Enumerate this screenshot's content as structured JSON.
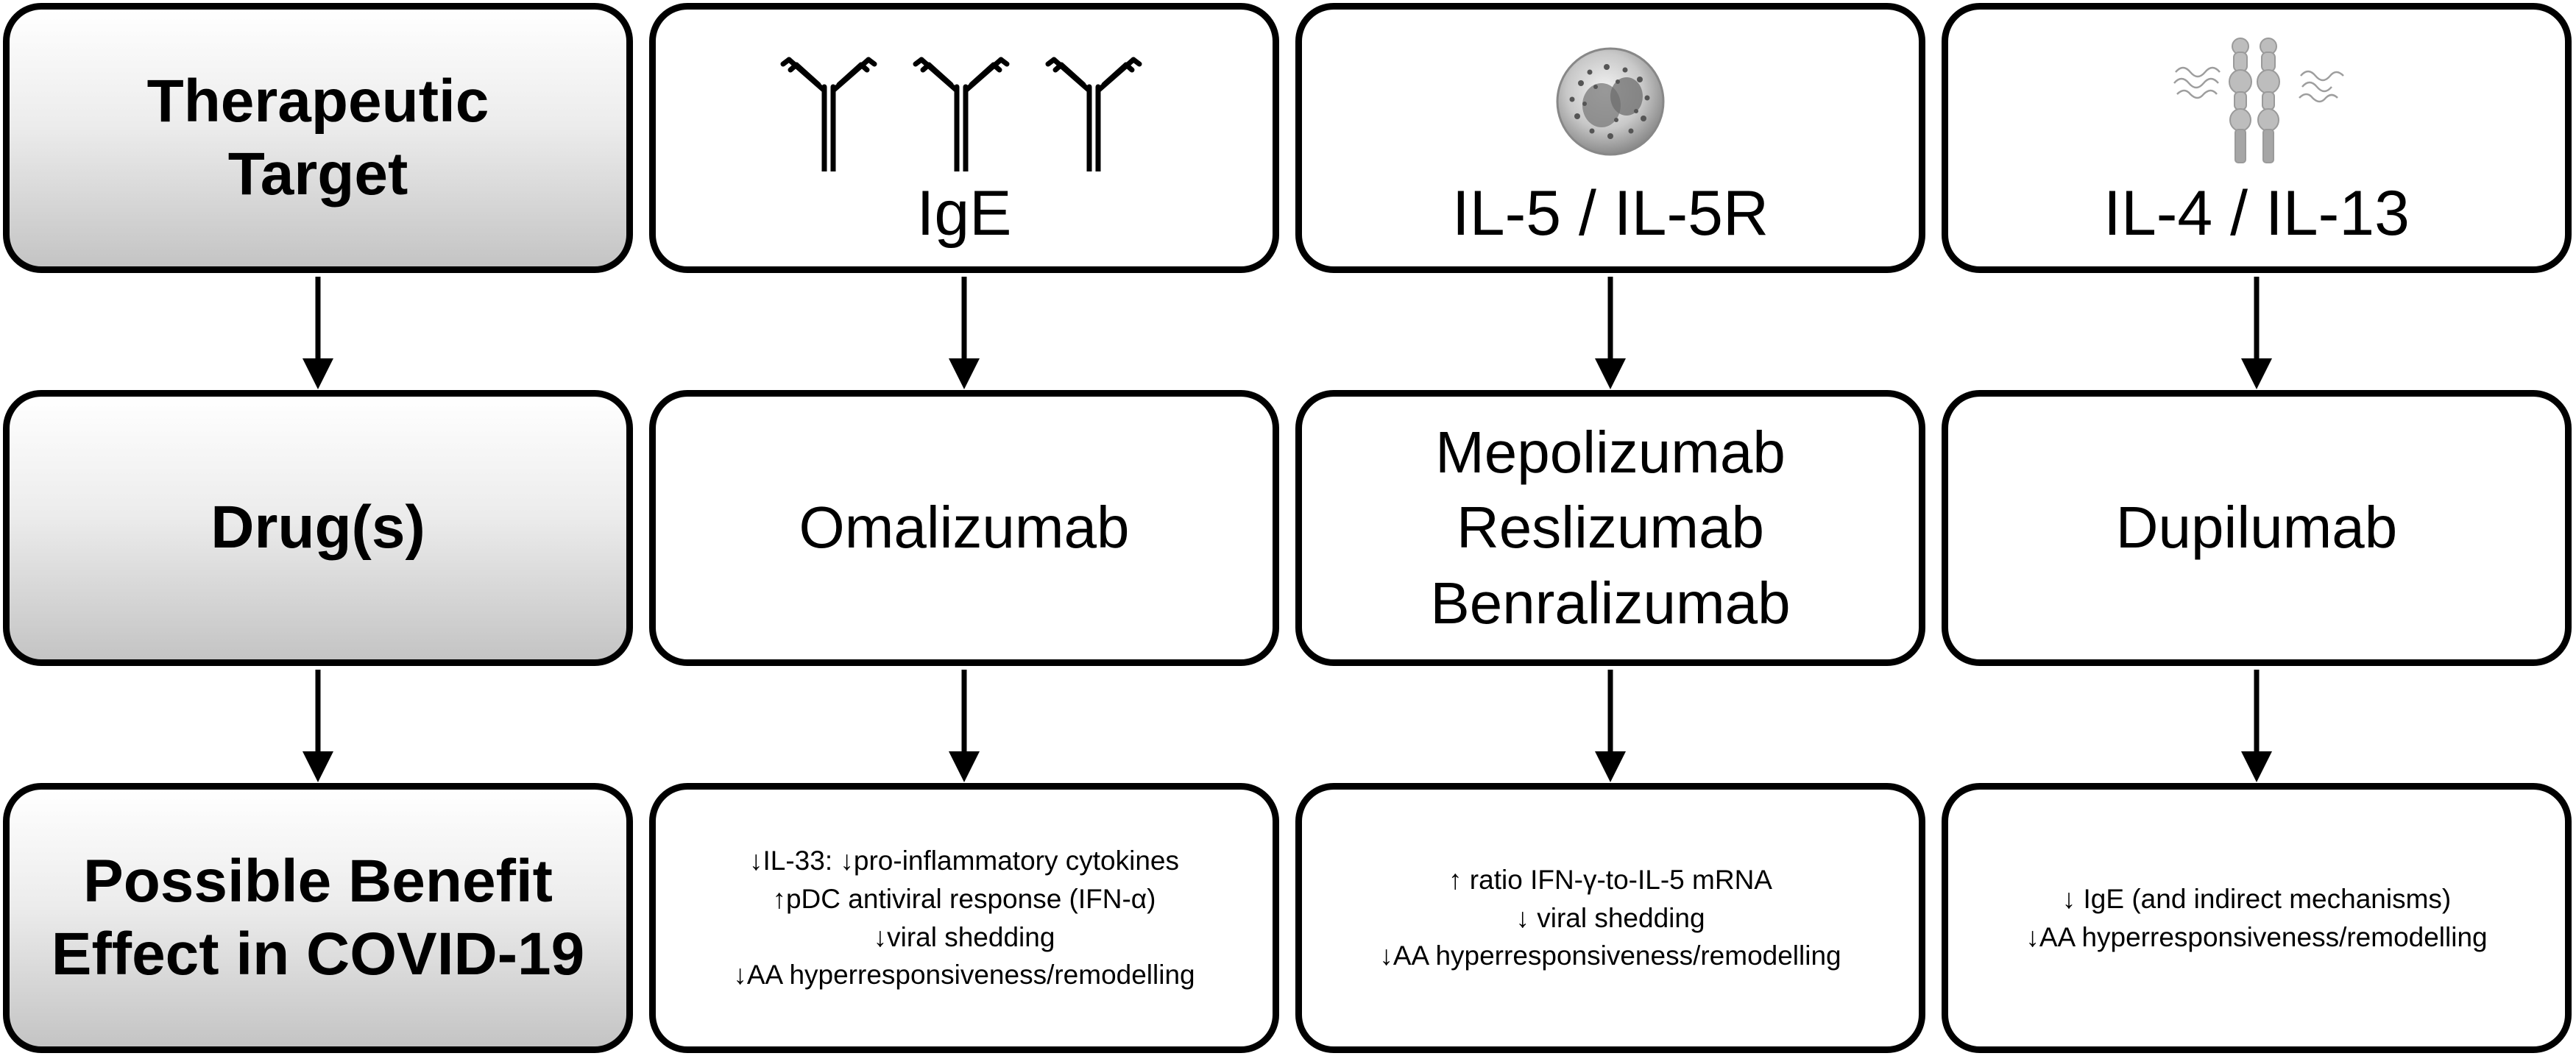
{
  "rows": {
    "target": [
      "Therapeutic",
      "Target"
    ],
    "drugs": [
      "Drug(s)"
    ],
    "effect": [
      "Possible Benefit",
      "Effect in COVID-19"
    ]
  },
  "columns": [
    {
      "target": "IgE",
      "icon": "antibody-icons",
      "drugs": [
        "Omalizumab"
      ],
      "effects": [
        "↓IL-33: ↓pro-inflammatory cytokines",
        "↑pDC antiviral response (IFN-α)",
        "↓viral shedding",
        "↓AA hyperresponsiveness/remodelling"
      ]
    },
    {
      "target": "IL-5 / IL-5R",
      "icon": "eosinophil-cell-icon",
      "drugs": [
        "Mepolizumab",
        "Reslizumab",
        "Benralizumab"
      ],
      "effects": [
        "↑ ratio IFN-γ-to-IL-5 mRNA",
        "↓ viral shedding",
        "↓AA hyperresponsiveness/remodelling"
      ]
    },
    {
      "target": "IL-4 / IL-13",
      "icon": "receptor-protein-icon",
      "drugs": [
        "Dupilumab"
      ],
      "effects": [
        "↓ IgE (and indirect mechanisms)",
        "↓AA hyperresponsiveness/remodelling"
      ]
    }
  ],
  "colors": {
    "border": "#000000",
    "header_gradient_top": "#ffffff",
    "header_gradient_bottom": "#c4c4c4"
  }
}
